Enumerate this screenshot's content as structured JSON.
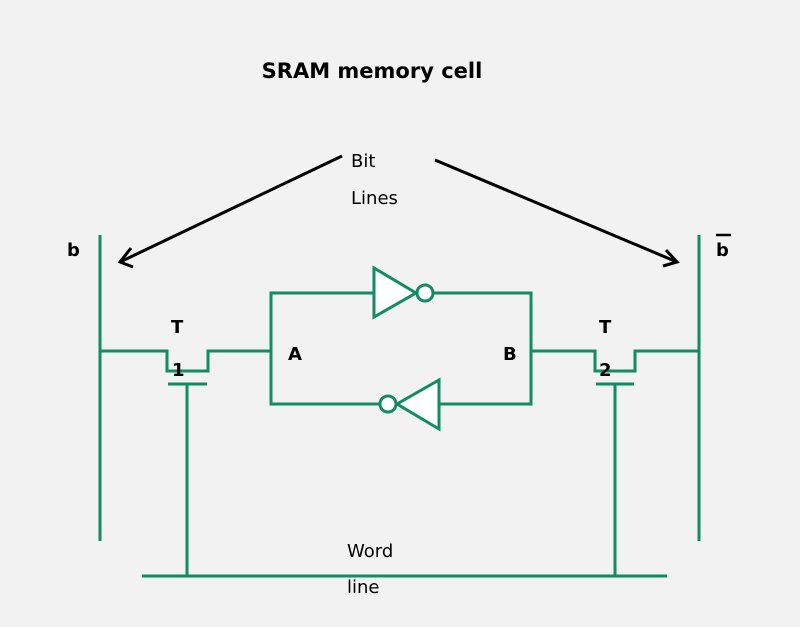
{
  "title": "SRAM memory cell",
  "labels": {
    "bit_lines_line1": "Bit",
    "bit_lines_line2": "Lines",
    "bitline_left": "b",
    "bitline_right": "b",
    "bitline_right_overbar": true,
    "node_a": "A",
    "node_b": "B",
    "t1_letter": "T",
    "t1_number": "1",
    "t2_letter": "T",
    "t2_number": "2",
    "word_line1": "Word",
    "word_line2": "line"
  },
  "components": {
    "transistors": [
      "T1",
      "T2"
    ],
    "inverters": [
      "inverter-top (A to B)",
      "inverter-bottom (B to A)"
    ],
    "lines": [
      "bit line b",
      "bit line b-bar",
      "word line"
    ]
  },
  "colors": {
    "background": "#f2f2f2",
    "wire": "#118c64",
    "text": "#000000",
    "arrow": "#000000"
  }
}
